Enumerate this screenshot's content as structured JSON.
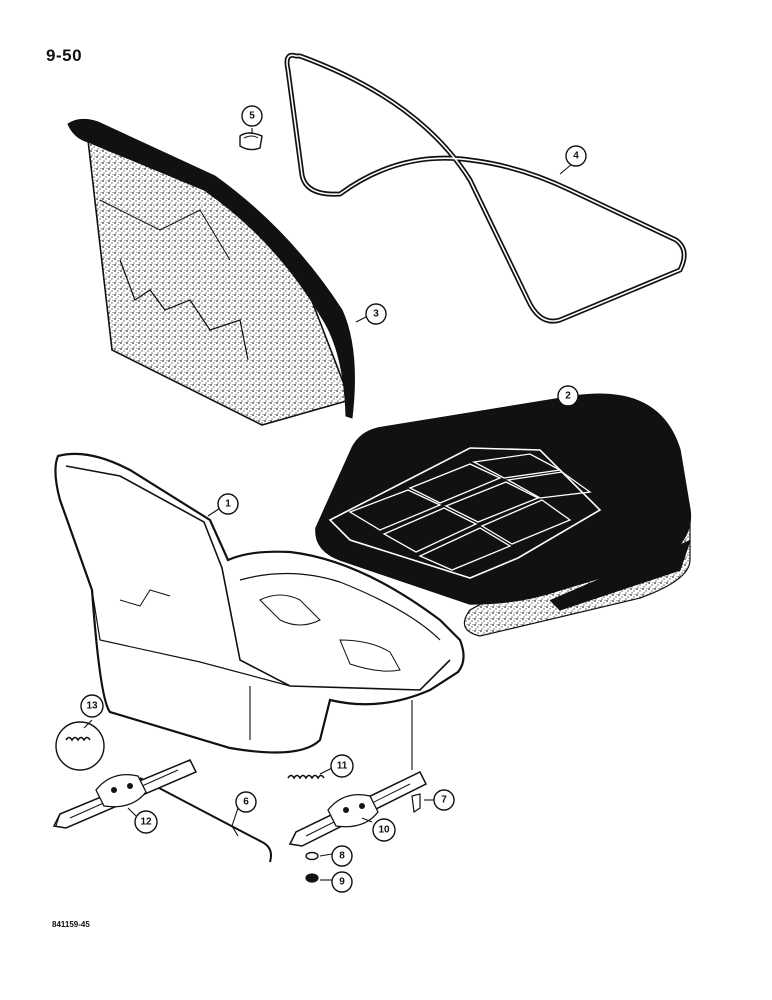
{
  "page_label": "9-50",
  "figure_code": "841159-45",
  "callouts": [
    {
      "id": "1",
      "label": "1"
    },
    {
      "id": "2",
      "label": "2"
    },
    {
      "id": "3",
      "label": "3"
    },
    {
      "id": "4",
      "label": "4"
    },
    {
      "id": "5",
      "label": "5"
    },
    {
      "id": "6",
      "label": "6"
    },
    {
      "id": "7",
      "label": "7"
    },
    {
      "id": "8",
      "label": "8"
    },
    {
      "id": "9",
      "label": "9"
    },
    {
      "id": "10",
      "label": "10"
    },
    {
      "id": "11",
      "label": "11"
    },
    {
      "id": "12",
      "label": "12"
    },
    {
      "id": "13",
      "label": "13"
    }
  ],
  "colors": {
    "ink": "#111111",
    "paper": "#ffffff",
    "texture": "#9a9a9a"
  }
}
